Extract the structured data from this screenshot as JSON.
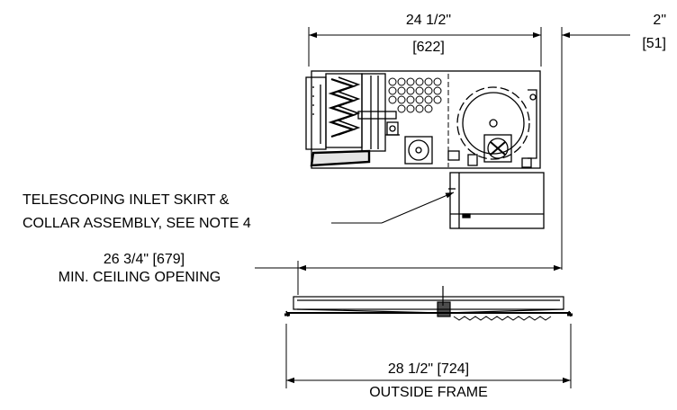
{
  "dimensions": {
    "top_width": {
      "imperial": "24 1/2\"",
      "metric": "[622]"
    },
    "side_offset": {
      "imperial": "2\"",
      "metric": "[51]"
    },
    "ceiling_opening": {
      "value": "26 3/4\" [679]",
      "label": "MIN. CEILING OPENING"
    },
    "outside_frame": {
      "value": "28 1/2\" [724]",
      "label": "OUTSIDE FRAME"
    }
  },
  "callout": {
    "line1": "TELESCOPING INLET SKIRT &",
    "line2": "COLLAR ASSEMBLY, SEE NOTE 4"
  },
  "colors": {
    "ink": "#000000",
    "background": "#ffffff"
  }
}
